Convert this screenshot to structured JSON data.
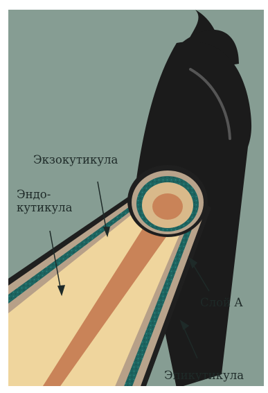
{
  "diagram": {
    "labels": {
      "exocuticle": "Экзокутикула",
      "endocuticle_line1": "Эндо-",
      "endocuticle_line2": "кутикула",
      "layer_a": "Слой А",
      "epicuticle": "Эпикутикула"
    },
    "colors": {
      "background": "#869d93",
      "tip": "#1b1b1b",
      "outer_edge": "#1f1f1f",
      "epicuticle": "#b8a38b",
      "exocuticle": "#1d6460",
      "exocuticle_speckle": "#2a8a80",
      "endocuticle": "#efd59d",
      "medulla": "#c98358"
    }
  }
}
